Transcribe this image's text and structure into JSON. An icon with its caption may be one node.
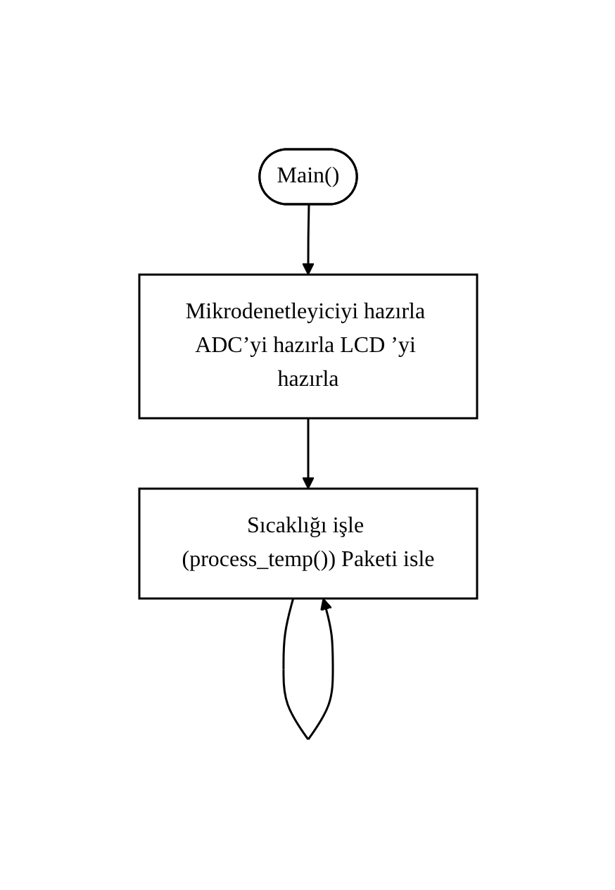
{
  "diagram": {
    "nodes": [
      {
        "text": [
          "Main()"
        ]
      },
      {
        "text": [
          "Mikrodenetleyiciyi hazırla ADC’yi hazırla LCD ’yi hazırla"
        ]
      },
      {
        "text": [
          "Sıcaklığı işle (process_temp()) Paketi isle"
        ]
      }
    ],
    "edges": [
      {
        "from": 0,
        "to": 1,
        "arrow": "to"
      },
      {
        "from": 1,
        "to": 2,
        "arrow": "to"
      },
      {
        "from": 2,
        "to": 2,
        "arrow": "to"
      }
    ]
  }
}
